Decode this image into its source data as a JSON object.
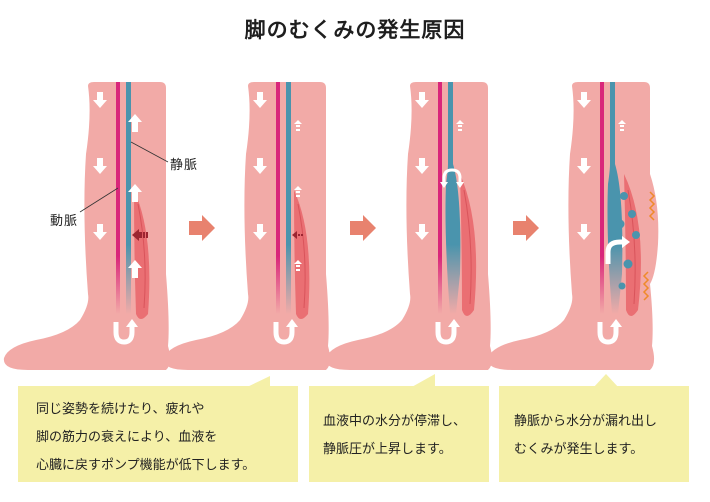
{
  "title": "脚のむくみの発生原因",
  "labels": {
    "vein": "静脈",
    "artery": "動脈"
  },
  "stages": [
    {
      "id": 1,
      "description": "Normal calf muscle pump: blood returns upward through vein"
    },
    {
      "id": 2,
      "description": "Weakened pump: upward flow reduced"
    },
    {
      "id": 3,
      "description": "Blood stagnates in vein; venous pressure rises"
    },
    {
      "id": 4,
      "description": "Water leaks from vein into tissue; swelling occurs"
    }
  ],
  "captions": [
    {
      "lines": [
        "同じ姿勢を続けたり、疲れや",
        "脚の筋力の衰えにより、血液を",
        "心臓に戻すポンプ機能が低下します。"
      ]
    },
    {
      "lines": [
        "血液中の水分が停滞し、",
        "静脈圧が上昇します。"
      ]
    },
    {
      "lines": [
        "静脈から水分が漏れ出し",
        "むくみが発生します。"
      ]
    }
  ],
  "colors": {
    "skin": "#f2aaa7",
    "artery": "#d9267a",
    "vein": "#4a94ad",
    "muscle": "#ea6f73",
    "step_arrow": "#e8826e",
    "caption_bg": "#f5f0a8",
    "swelling": "#ef8a2a"
  }
}
